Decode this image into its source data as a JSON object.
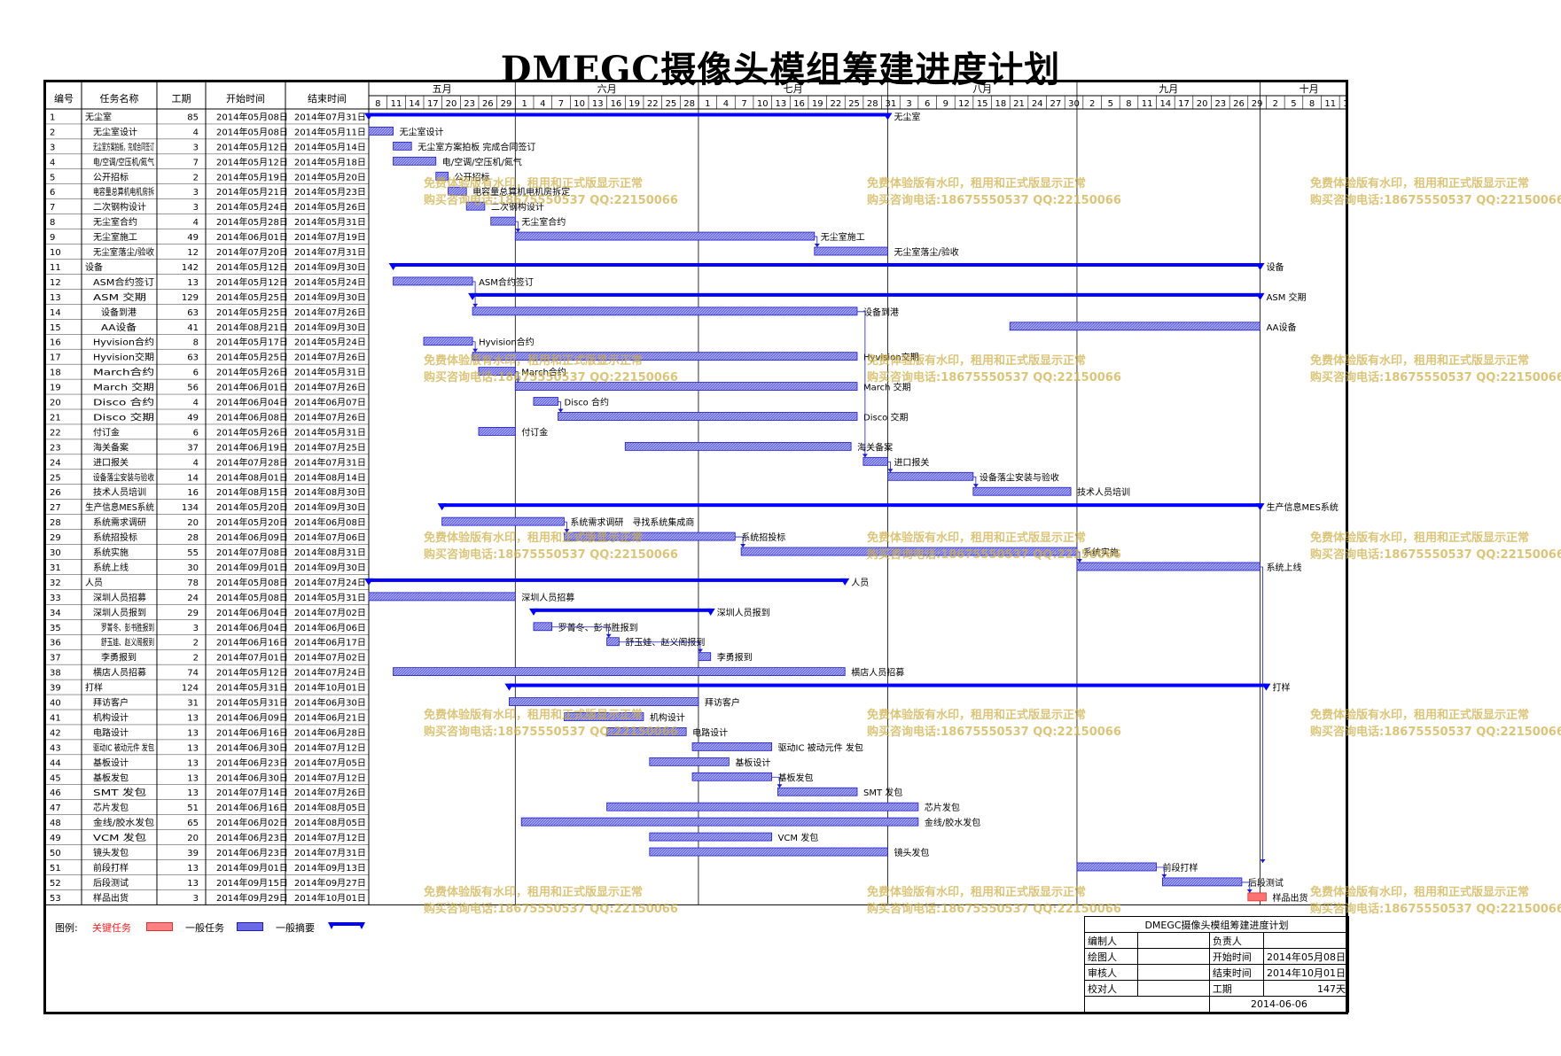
{
  "title": "DMEGC摄像头模组筹建进度计划",
  "header": {
    "id": "编号",
    "name": "任务名称",
    "dur": "工期",
    "start": "开始时间",
    "end": "结束时间"
  },
  "months": [
    {
      "label": "五月",
      "day_count": 24,
      "ticks": [
        "8",
        "11",
        "14",
        "17",
        "20",
        "23",
        "26",
        "29"
      ]
    },
    {
      "label": "六月",
      "day_count": 30,
      "ticks": [
        "1",
        "4",
        "7",
        "10",
        "13",
        "16",
        "19",
        "22",
        "25",
        "28"
      ]
    },
    {
      "label": "七月",
      "day_count": 31,
      "ticks": [
        "1",
        "4",
        "7",
        "10",
        "13",
        "16",
        "19",
        "22",
        "25",
        "28",
        "31"
      ]
    },
    {
      "label": "八月",
      "day_count": 31,
      "ticks": [
        "3",
        "6",
        "9",
        "12",
        "15",
        "18",
        "21",
        "24",
        "27",
        "30"
      ]
    },
    {
      "label": "九月",
      "day_count": 30,
      "ticks": [
        "2",
        "5",
        "8",
        "11",
        "14",
        "17",
        "20",
        "23",
        "26",
        "29"
      ]
    },
    {
      "label": "十月",
      "day_count": 16,
      "ticks": [
        "2",
        "5",
        "8",
        "11",
        "14"
      ]
    }
  ],
  "timeline_start": "2014-05-08",
  "timeline_end": "2014-10-15",
  "tasks": [
    {
      "id": "1",
      "name": "无尘室",
      "dur": "85",
      "start": "2014年05月08日",
      "end": "2014年07月31日",
      "s": "2014-05-08",
      "e": "2014-07-31",
      "type": "summary",
      "label": "无尘室",
      "indent": 0
    },
    {
      "id": "2",
      "name": "无尘室设计",
      "dur": "4",
      "start": "2014年05月08日",
      "end": "2014年05月11日",
      "s": "2014-05-08",
      "e": "2014-05-11",
      "type": "task",
      "label": "无尘室设计",
      "indent": 1
    },
    {
      "id": "3",
      "name": "无尘室方案拍板，完成合同签订",
      "dur": "3",
      "start": "2014年05月12日",
      "end": "2014年05月14日",
      "s": "2014-05-12",
      "e": "2014-05-14",
      "type": "task",
      "label": "无尘室方案拍板 完成合同签订",
      "indent": 1
    },
    {
      "id": "4",
      "name": "电/空调/空压机/氮气",
      "dur": "7",
      "start": "2014年05月12日",
      "end": "2014年05月18日",
      "s": "2014-05-12",
      "e": "2014-05-18",
      "type": "task",
      "label": "电/空调/空压机/氮气",
      "indent": 1
    },
    {
      "id": "5",
      "name": "公开招标",
      "dur": "2",
      "start": "2014年05月19日",
      "end": "2014年05月20日",
      "s": "2014-05-19",
      "e": "2014-05-20",
      "type": "task",
      "label": "公开招标",
      "indent": 1
    },
    {
      "id": "6",
      "name": "电容量总算机电机房拆",
      "dur": "3",
      "start": "2014年05月21日",
      "end": "2014年05月23日",
      "s": "2014-05-21",
      "e": "2014-05-23",
      "type": "task",
      "label": "电容量总算机电机房拆定",
      "indent": 1
    },
    {
      "id": "7",
      "name": "二次钢构设计",
      "dur": "3",
      "start": "2014年05月24日",
      "end": "2014年05月26日",
      "s": "2014-05-24",
      "e": "2014-05-26",
      "type": "task",
      "label": "二次钢构设计",
      "indent": 1
    },
    {
      "id": "8",
      "name": "无尘室合约",
      "dur": "4",
      "start": "2014年05月28日",
      "end": "2014年05月31日",
      "s": "2014-05-28",
      "e": "2014-05-31",
      "type": "task",
      "label": "无尘室合约",
      "indent": 1
    },
    {
      "id": "9",
      "name": "无尘室施工",
      "dur": "49",
      "start": "2014年06月01日",
      "end": "2014年07月19日",
      "s": "2014-06-01",
      "e": "2014-07-19",
      "type": "task",
      "label": "无尘室施工",
      "indent": 1
    },
    {
      "id": "10",
      "name": "无尘室落尘/验收",
      "dur": "12",
      "start": "2014年07月20日",
      "end": "2014年07月31日",
      "s": "2014-07-20",
      "e": "2014-07-31",
      "type": "task",
      "label": "无尘室落尘/验收",
      "indent": 1
    },
    {
      "id": "11",
      "name": "设备",
      "dur": "142",
      "start": "2014年05月12日",
      "end": "2014年09月30日",
      "s": "2014-05-12",
      "e": "2014-09-30",
      "type": "summary",
      "label": "设备",
      "indent": 0
    },
    {
      "id": "12",
      "name": "ASM合约签订",
      "dur": "13",
      "start": "2014年05月12日",
      "end": "2014年05月24日",
      "s": "2014-05-12",
      "e": "2014-05-24",
      "type": "task",
      "label": "ASM合约签订",
      "indent": 1
    },
    {
      "id": "13",
      "name": "ASM 交期",
      "dur": "129",
      "start": "2014年05月25日",
      "end": "2014年09月30日",
      "s": "2014-05-25",
      "e": "2014-09-30",
      "type": "summary",
      "label": "ASM 交期",
      "indent": 1
    },
    {
      "id": "14",
      "name": "设备到港",
      "dur": "63",
      "start": "2014年05月25日",
      "end": "2014年07月26日",
      "s": "2014-05-25",
      "e": "2014-07-26",
      "type": "task",
      "label": "设备到港",
      "indent": 2
    },
    {
      "id": "15",
      "name": "AA设备",
      "dur": "41",
      "start": "2014年08月21日",
      "end": "2014年09月30日",
      "s": "2014-08-21",
      "e": "2014-09-30",
      "type": "task",
      "label": "AA设备",
      "indent": 2
    },
    {
      "id": "16",
      "name": "Hyvision合约",
      "dur": "8",
      "start": "2014年05月17日",
      "end": "2014年05月24日",
      "s": "2014-05-17",
      "e": "2014-05-24",
      "type": "task",
      "label": "Hyvision合约",
      "indent": 1
    },
    {
      "id": "17",
      "name": "Hyvision交期",
      "dur": "63",
      "start": "2014年05月25日",
      "end": "2014年07月26日",
      "s": "2014-05-25",
      "e": "2014-07-26",
      "type": "task",
      "label": "Hyvision交期",
      "indent": 1
    },
    {
      "id": "18",
      "name": "March合约",
      "dur": "6",
      "start": "2014年05月26日",
      "end": "2014年05月31日",
      "s": "2014-05-26",
      "e": "2014-05-31",
      "type": "task",
      "label": "March合约",
      "indent": 1
    },
    {
      "id": "19",
      "name": "March 交期",
      "dur": "56",
      "start": "2014年06月01日",
      "end": "2014年07月26日",
      "s": "2014-06-01",
      "e": "2014-07-26",
      "type": "task",
      "label": "March 交期",
      "indent": 1
    },
    {
      "id": "20",
      "name": "Disco 合约",
      "dur": "4",
      "start": "2014年06月04日",
      "end": "2014年06月07日",
      "s": "2014-06-04",
      "e": "2014-06-07",
      "type": "task",
      "label": "Disco 合约",
      "indent": 1
    },
    {
      "id": "21",
      "name": "Disco 交期",
      "dur": "49",
      "start": "2014年06月08日",
      "end": "2014年07月26日",
      "s": "2014-06-08",
      "e": "2014-07-26",
      "type": "task",
      "label": "Disco 交期",
      "indent": 1
    },
    {
      "id": "22",
      "name": "付订金",
      "dur": "6",
      "start": "2014年05月26日",
      "end": "2014年05月31日",
      "s": "2014-05-26",
      "e": "2014-05-31",
      "type": "task",
      "label": "付订金",
      "indent": 1
    },
    {
      "id": "23",
      "name": "海关备案",
      "dur": "37",
      "start": "2014年06月19日",
      "end": "2014年07月25日",
      "s": "2014-06-19",
      "e": "2014-07-25",
      "type": "task",
      "label": "海关备案",
      "indent": 1
    },
    {
      "id": "24",
      "name": "进口报关",
      "dur": "4",
      "start": "2014年07月28日",
      "end": "2014年07月31日",
      "s": "2014-07-28",
      "e": "2014-07-31",
      "type": "task",
      "label": "进口报关",
      "indent": 1
    },
    {
      "id": "25",
      "name": "设备落尘安装与验收",
      "dur": "14",
      "start": "2014年08月01日",
      "end": "2014年08月14日",
      "s": "2014-08-01",
      "e": "2014-08-14",
      "type": "task",
      "label": "设备落尘安装与验收",
      "indent": 1
    },
    {
      "id": "26",
      "name": "技术人员培训",
      "dur": "16",
      "start": "2014年08月15日",
      "end": "2014年08月30日",
      "s": "2014-08-15",
      "e": "2014-08-30",
      "type": "task",
      "label": "技术人员培训",
      "indent": 1
    },
    {
      "id": "27",
      "name": "生产信息MES系统",
      "dur": "134",
      "start": "2014年05月20日",
      "end": "2014年09月30日",
      "s": "2014-05-20",
      "e": "2014-09-30",
      "type": "summary",
      "label": "生产信息MES系统",
      "indent": 0
    },
    {
      "id": "28",
      "name": "系统需求调研",
      "dur": "20",
      "start": "2014年05月20日",
      "end": "2014年06月08日",
      "s": "2014-05-20",
      "e": "2014-06-08",
      "type": "task",
      "label": "系统需求调研　寻找系统集成商",
      "indent": 1
    },
    {
      "id": "29",
      "name": "系统招投标",
      "dur": "28",
      "start": "2014年06月09日",
      "end": "2014年07月06日",
      "s": "2014-06-09",
      "e": "2014-07-06",
      "type": "task",
      "label": "系统招投标",
      "indent": 1
    },
    {
      "id": "30",
      "name": "系统实施",
      "dur": "55",
      "start": "2014年07月08日",
      "end": "2014年08月31日",
      "s": "2014-07-08",
      "e": "2014-08-31",
      "type": "task",
      "label": "系统实施",
      "indent": 1
    },
    {
      "id": "31",
      "name": "系统上线",
      "dur": "30",
      "start": "2014年09月01日",
      "end": "2014年09月30日",
      "s": "2014-09-01",
      "e": "2014-09-30",
      "type": "task",
      "label": "系统上线",
      "indent": 1
    },
    {
      "id": "32",
      "name": "人员",
      "dur": "78",
      "start": "2014年05月08日",
      "end": "2014年07月24日",
      "s": "2014-05-08",
      "e": "2014-07-24",
      "type": "summary",
      "label": "人员",
      "indent": 0
    },
    {
      "id": "33",
      "name": "深圳人员招募",
      "dur": "24",
      "start": "2014年05月08日",
      "end": "2014年05月31日",
      "s": "2014-05-08",
      "e": "2014-05-31",
      "type": "task",
      "label": "深圳人员招募",
      "indent": 1
    },
    {
      "id": "34",
      "name": "深圳人员报到",
      "dur": "29",
      "start": "2014年06月04日",
      "end": "2014年07月02日",
      "s": "2014-06-04",
      "e": "2014-07-02",
      "type": "summary",
      "label": "深圳人员报到",
      "indent": 1
    },
    {
      "id": "35",
      "name": "罗菁冬、彭书胜报到",
      "dur": "3",
      "start": "2014年06月04日",
      "end": "2014年06月06日",
      "s": "2014-06-04",
      "e": "2014-06-06",
      "type": "task",
      "label": "罗菁冬、彭书胜报到",
      "indent": 2
    },
    {
      "id": "36",
      "name": "舒玉娃、赵义阁报到",
      "dur": "2",
      "start": "2014年06月16日",
      "end": "2014年06月17日",
      "s": "2014-06-16",
      "e": "2014-06-17",
      "type": "task",
      "label": "舒玉娃、赵义阁报到",
      "indent": 2
    },
    {
      "id": "37",
      "name": "李勇报到",
      "dur": "2",
      "start": "2014年07月01日",
      "end": "2014年07月02日",
      "s": "2014-07-01",
      "e": "2014-07-02",
      "type": "task",
      "label": "李勇报到",
      "indent": 2
    },
    {
      "id": "38",
      "name": "横店人员招募",
      "dur": "74",
      "start": "2014年05月12日",
      "end": "2014年07月24日",
      "s": "2014-05-12",
      "e": "2014-07-24",
      "type": "task",
      "label": "横店人员招募",
      "indent": 1
    },
    {
      "id": "39",
      "name": "打样",
      "dur": "124",
      "start": "2014年05月31日",
      "end": "2014年10月01日",
      "s": "2014-05-31",
      "e": "2014-10-01",
      "type": "summary",
      "label": "打样",
      "indent": 0
    },
    {
      "id": "40",
      "name": "拜访客户",
      "dur": "31",
      "start": "2014年05月31日",
      "end": "2014年06月30日",
      "s": "2014-05-31",
      "e": "2014-06-30",
      "type": "task",
      "label": "拜访客户",
      "indent": 1
    },
    {
      "id": "41",
      "name": "机构设计",
      "dur": "13",
      "start": "2014年06月09日",
      "end": "2014年06月21日",
      "s": "2014-06-09",
      "e": "2014-06-21",
      "type": "task",
      "label": "机构设计",
      "indent": 1
    },
    {
      "id": "42",
      "name": "电路设计",
      "dur": "13",
      "start": "2014年06月16日",
      "end": "2014年06月28日",
      "s": "2014-06-16",
      "e": "2014-06-28",
      "type": "task",
      "label": "电路设计",
      "indent": 1
    },
    {
      "id": "43",
      "name": "驱动IC 被动元件 发包",
      "dur": "13",
      "start": "2014年06月30日",
      "end": "2014年07月12日",
      "s": "2014-06-30",
      "e": "2014-07-12",
      "type": "task",
      "label": "驱动IC 被动元件 发包",
      "indent": 1
    },
    {
      "id": "44",
      "name": "基板设计",
      "dur": "13",
      "start": "2014年06月23日",
      "end": "2014年07月05日",
      "s": "2014-06-23",
      "e": "2014-07-05",
      "type": "task",
      "label": "基板设计",
      "indent": 1
    },
    {
      "id": "45",
      "name": "基板发包",
      "dur": "13",
      "start": "2014年06月30日",
      "end": "2014年07月12日",
      "s": "2014-06-30",
      "e": "2014-07-12",
      "type": "task",
      "label": "基板发包",
      "indent": 1
    },
    {
      "id": "46",
      "name": "SMT 发包",
      "dur": "13",
      "start": "2014年07月14日",
      "end": "2014年07月26日",
      "s": "2014-07-14",
      "e": "2014-07-26",
      "type": "task",
      "label": "SMT 发包",
      "indent": 1
    },
    {
      "id": "47",
      "name": "芯片发包",
      "dur": "51",
      "start": "2014年06月16日",
      "end": "2014年08月05日",
      "s": "2014-06-16",
      "e": "2014-08-05",
      "type": "task",
      "label": "芯片发包",
      "indent": 1
    },
    {
      "id": "48",
      "name": "金线/胶水发包",
      "dur": "65",
      "start": "2014年06月02日",
      "end": "2014年08月05日",
      "s": "2014-06-02",
      "e": "2014-08-05",
      "type": "task",
      "label": "金线/胶水发包",
      "indent": 1
    },
    {
      "id": "49",
      "name": "VCM 发包",
      "dur": "20",
      "start": "2014年06月23日",
      "end": "2014年07月12日",
      "s": "2014-06-23",
      "e": "2014-07-12",
      "type": "task",
      "label": "VCM 发包",
      "indent": 1
    },
    {
      "id": "50",
      "name": "镜头发包",
      "dur": "39",
      "start": "2014年06月23日",
      "end": "2014年07月31日",
      "s": "2014-06-23",
      "e": "2014-07-31",
      "type": "task",
      "label": "镜头发包",
      "indent": 1
    },
    {
      "id": "51",
      "name": "前段打样",
      "dur": "13",
      "start": "2014年09月01日",
      "end": "2014年09月13日",
      "s": "2014-09-01",
      "e": "2014-09-13",
      "type": "task",
      "label": "前段打样",
      "indent": 1
    },
    {
      "id": "52",
      "name": "后段测试",
      "dur": "13",
      "start": "2014年09月15日",
      "end": "2014年09月27日",
      "s": "2014-09-15",
      "e": "2014-09-27",
      "type": "task",
      "label": "后段测试",
      "indent": 1
    },
    {
      "id": "53",
      "name": "样品出货",
      "dur": "3",
      "start": "2014年09月29日",
      "end": "2014年10月01日",
      "s": "2014-09-29",
      "e": "2014-10-01",
      "type": "critical",
      "label": "样品出货",
      "indent": 1
    }
  ],
  "legend": {
    "title": "图例:",
    "critical": "关键任务",
    "task": "一般任务",
    "summary": "一般摘要"
  },
  "signoff": {
    "title": "DMEGC摄像头模组筹建进度计划",
    "rows": [
      [
        "编制人",
        "",
        "负责人",
        ""
      ],
      [
        "绘图人",
        "",
        "开始时间",
        "2014年05月08日"
      ],
      [
        "审核人",
        "",
        "结束时间",
        "2014年10月01日"
      ],
      [
        "校对人",
        "",
        "工期",
        "147天"
      ]
    ],
    "date": "2014-06-06"
  },
  "watermark": {
    "line1": "免费体验版有水印，租用和正式版显示正常",
    "line2": "购买咨询电话:18675550537 QQ:22150066"
  },
  "colors": {
    "task_fill": "#6a6ae8",
    "task_border": "#1c1cc8",
    "summary": "#0000ff",
    "critical": "#ff7070",
    "grid": "#000000",
    "watermark": "#cdaf46"
  }
}
